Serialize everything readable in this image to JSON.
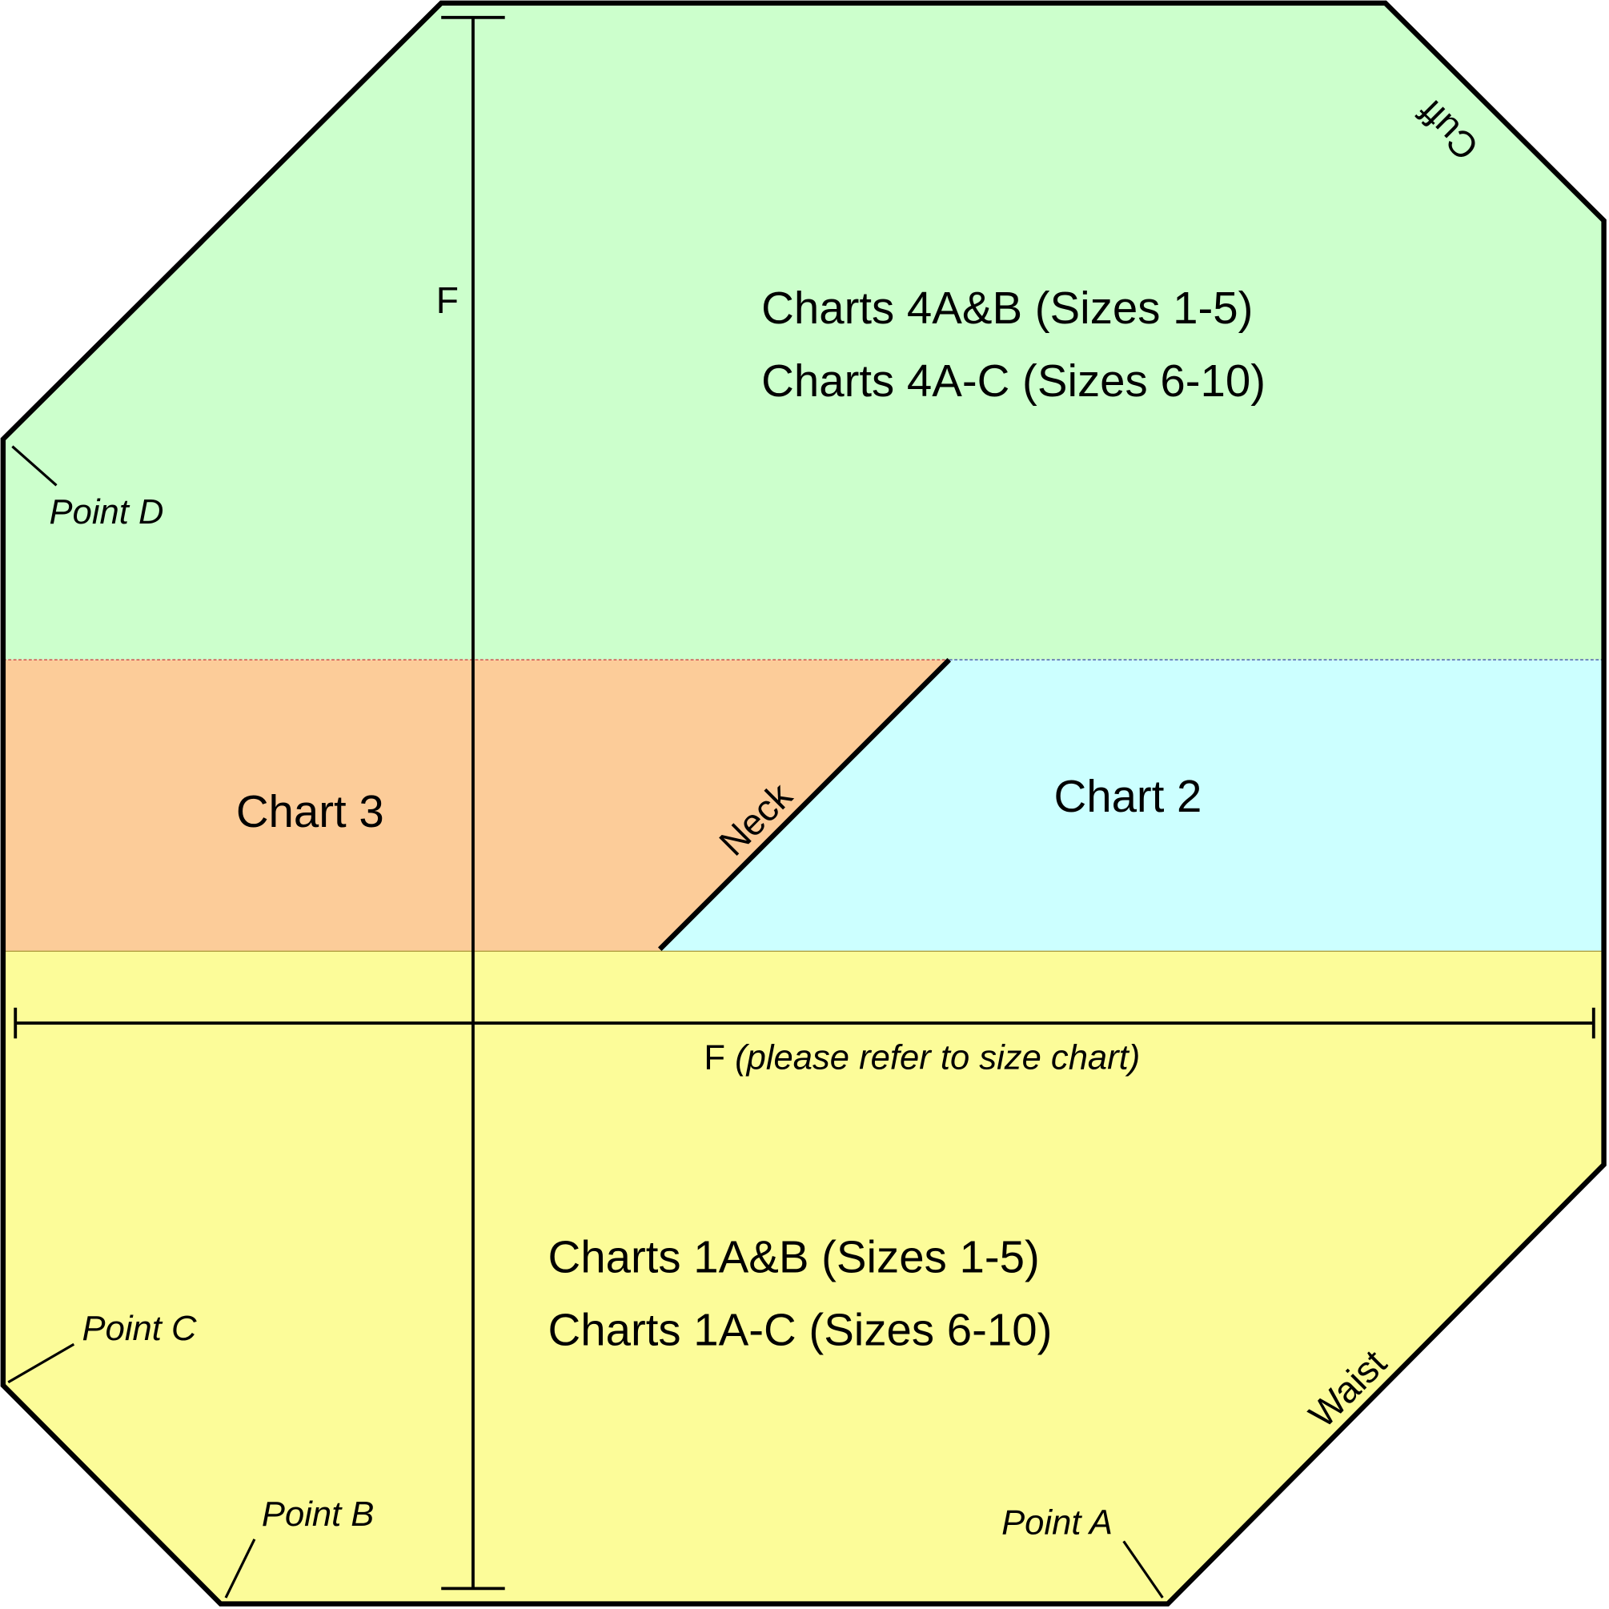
{
  "colors": {
    "top_region": "#ccffcc",
    "left_middle_region": "#fccc99",
    "right_middle_region": "#ccffff",
    "bottom_region": "#fcfc99",
    "outline": "#000000"
  },
  "regions": {
    "top": {
      "line1": "Charts 4A&B (Sizes 1-5)",
      "line2": "Charts 4A-C (Sizes 6-10)"
    },
    "left_middle": {
      "label": "Chart 3"
    },
    "right_middle": {
      "label": "Chart 2"
    },
    "bottom": {
      "line1": "Charts 1A&B (Sizes 1-5)",
      "line2": "Charts 1A-C (Sizes 6-10)"
    }
  },
  "edges": {
    "cuff": "Cuff",
    "neck": "Neck",
    "waist": "Waist"
  },
  "points": {
    "a": "Point A",
    "b": "Point B",
    "c": "Point C",
    "d": "Point D"
  },
  "dimensions": {
    "vertical": "F",
    "horizontal_letter": "F",
    "horizontal_note": "(please refer to size chart)"
  }
}
